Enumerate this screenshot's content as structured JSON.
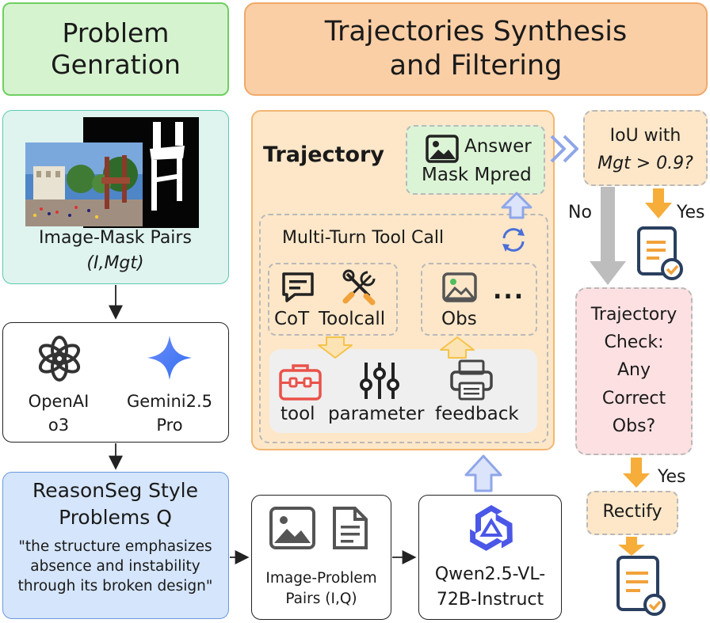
{
  "headers": {
    "problem_generation": [
      "Problem",
      "Genration"
    ],
    "trajectories": [
      "Trajectories Synthesis",
      "and Filtering"
    ]
  },
  "image_mask": {
    "label": "Image-Mask Pairs",
    "sub": "(I,Mgt)"
  },
  "models": {
    "openai": [
      "OpenAI",
      "o3"
    ],
    "gemini": [
      "Gemini2.5",
      "Pro"
    ]
  },
  "reasonseg": {
    "title": [
      "ReasonSeg Style",
      "Problems Q"
    ],
    "quote": [
      "\"the structure emphasizes",
      "absence and instability",
      "through its broken design\""
    ]
  },
  "image_problem": [
    "Image-Problem",
    "Pairs (I,Q)"
  ],
  "qwen": [
    "Qwen2.5-VL-",
    "72B-Instruct"
  ],
  "trajectory": {
    "title": "Trajectory",
    "answer": [
      "Answer",
      "Mask Mpred"
    ],
    "multi_turn": "Multi-Turn Tool Call",
    "cot": "CoT",
    "toolcall": "Toolcall",
    "obs": "Obs",
    "ellipsis": "...",
    "tool": "tool",
    "parameter": "parameter",
    "feedback": "feedback"
  },
  "filter": {
    "iou": [
      "IoU with",
      "Mgt > 0.9?"
    ],
    "no": "No",
    "yes1": "Yes",
    "check": [
      "Trajectory",
      "Check:",
      "Any",
      "Correct",
      "Obs?"
    ],
    "yes2": "Yes",
    "rectify": "Rectify"
  },
  "colors": {
    "green_border": "#6fcf61",
    "orange_border": "#f0a868",
    "arrow_orange": "#f6ad3a",
    "arrow_blue": "#8fa6e8",
    "arrow_grey": "#bdbdbd"
  }
}
